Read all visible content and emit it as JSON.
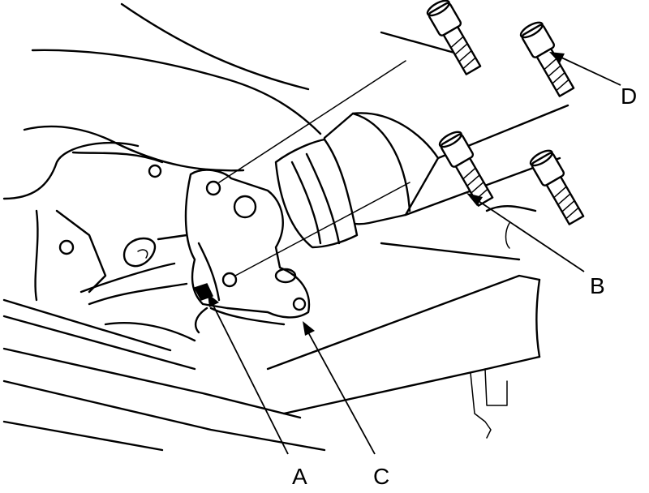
{
  "callouts": {
    "a": "A",
    "b": "B",
    "c": "C",
    "d": "D"
  },
  "parts": {
    "bolts": [
      "bolt",
      "bolt",
      "bolt",
      "bolt"
    ]
  }
}
